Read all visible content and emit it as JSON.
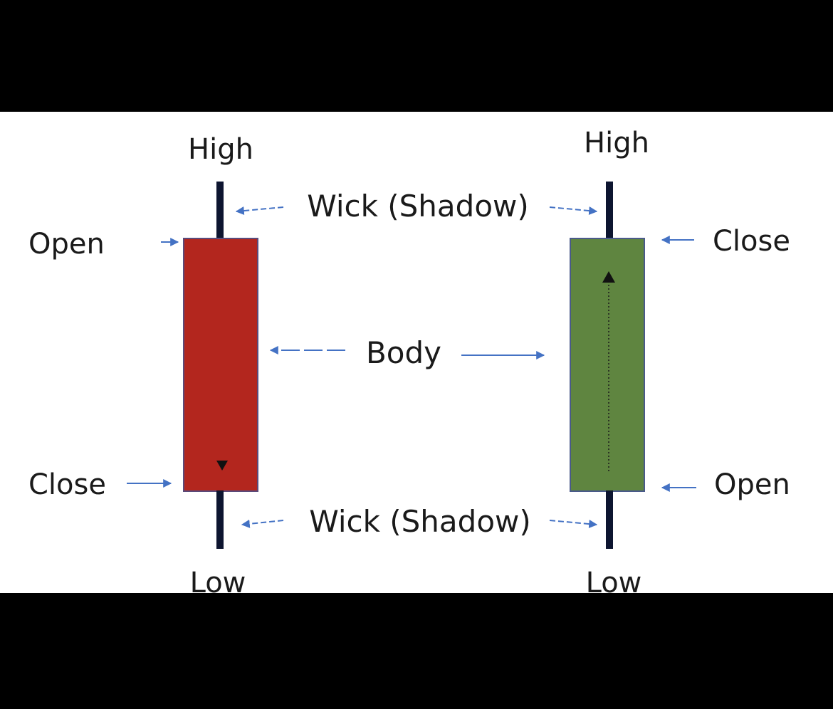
{
  "colors": {
    "bearish_body": "#b3261e",
    "bullish_body": "#5f8540",
    "wick": "#0d1530",
    "arrow": "#4472c4"
  },
  "bearish_candle": {
    "high": "High",
    "open": "Open",
    "close": "Close",
    "low": "Low"
  },
  "bullish_candle": {
    "high": "High",
    "close": "Close",
    "open": "Open",
    "low": "Low"
  },
  "center_labels": {
    "upper_wick": "Wick (Shadow)",
    "body": "Body",
    "lower_wick": "Wick (Shadow)"
  }
}
